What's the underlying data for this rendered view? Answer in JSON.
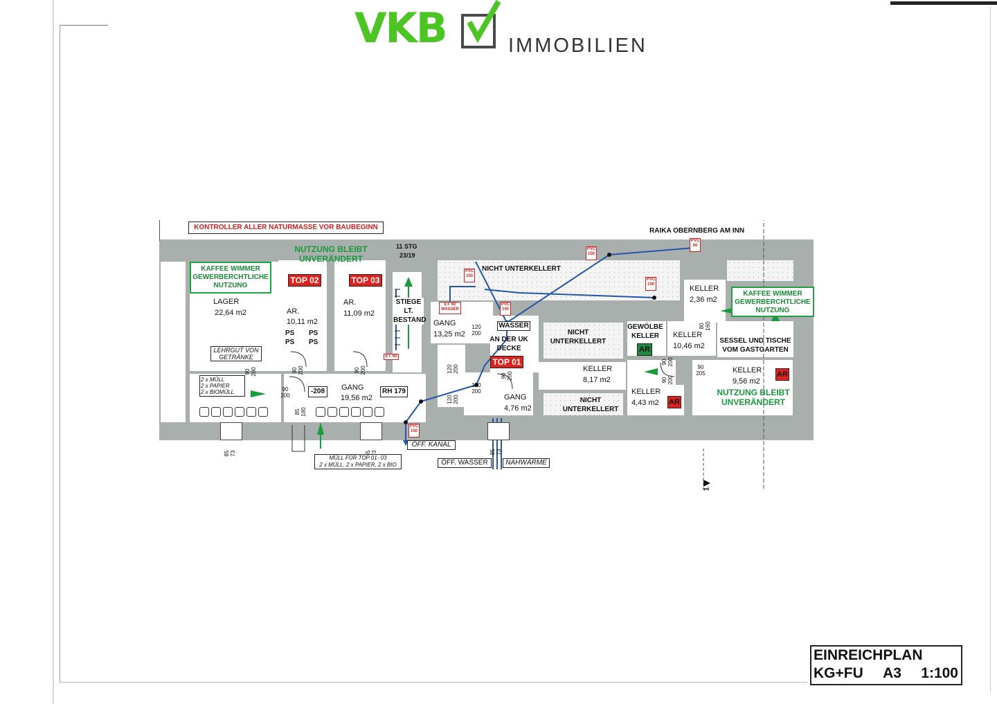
{
  "colors": {
    "accent_green": "#4cc424",
    "wall_gray": "#a9afad",
    "warning_red": "#e0221c",
    "pipe_blue": "#2356a8",
    "label_green": "#1a9a3a"
  },
  "header": {
    "logo_text": "VKB",
    "logo_suffix": "IMMOBILIEN",
    "logo_icon": "check-box-icon"
  },
  "plan": {
    "warning": "KONTROLLER ALLER NATURMASSE VOR BAUBEGINN",
    "neighbor": "RAIKA OBERNBERG AM INN",
    "stair_steps": "11 STG",
    "stair_ratio": "23/19",
    "stair_label": "STIEGE LT. BESTAND",
    "nutzung_left": "NUTZUNG BLEIBT UNVERÄNDERT",
    "nutzung_right": "NUTZUNG BLEIBT UNVERÄNDERT",
    "kaffee_left": "KAFFEE WIMMER GEWERBERCHTLICHE NUTZUNG",
    "kaffee_right": "KAFFEE WIMMER GEWERBERCHTLICHE NUTZUNG",
    "lager_name": "LAGER",
    "lager_area": "22,64 m2",
    "lehrgut": "LEHRGUT VON GETRÄNKE",
    "muell_list": [
      "2 x MÜLL",
      "2 x PAPIER",
      "2 x BIOMÜLL"
    ],
    "top02": "TOP 02",
    "top03": "TOP 03",
    "top01": "TOP 01",
    "ar1_name": "AR.",
    "ar1_area": "10,11 m2",
    "ar2_name": "AR.",
    "ar2_area": "11,09 m2",
    "ps": "PS",
    "gang1_name": "GANG",
    "gang1_area": "19,56 m2",
    "gang2_name": "GANG",
    "gang2_area": "13,25 m2",
    "gang3_name": "GANG",
    "gang3_area": "4,76 m2",
    "level_208": "-208",
    "rh": "RH 179",
    "wasser": "WASSER",
    "an_der_uk": "AN DER UK DECKE",
    "et60": "ET. 60",
    "et60_wasser": "ET. 60 WASSER",
    "nicht_unterkellert_top": "NICHT UNTERKELLERT",
    "nicht_unterkellert_mid": "NICHT UNTERKELLERT",
    "nicht_unterkellert_low": "NICHT UNTERKELLERT",
    "gewoelbe": "GEWÖLBE KELLER",
    "keller_a_name": "KELLER",
    "keller_a_area": "2,36 m2",
    "keller_b_name": "KELLER",
    "keller_b_area": "10,46 m2",
    "keller_c_name": "KELLER",
    "keller_c_area": "8,17 m2",
    "keller_d_name": "KELLER",
    "keller_d_area": "4,43 m2",
    "keller_e_name": "KELLER",
    "keller_e_area": "9,56 m2",
    "ar_tag": "AR",
    "sessel": "SESSEL UND TISCHE VOM GASTGARTEN",
    "muell_top": "MÜLL FÜR TOP 01- 03",
    "muell_top_detail": "2 x MÜLL, 2 x PAPIER, 2 x BIO",
    "oeff_kanal": "ÖFF. KANAL",
    "oeff_wasser": "ÖFF. WASSER",
    "nahwaerme": "NAHWÄRME",
    "pvc150": "PVC 150",
    "pvc100": "PVC 100",
    "pvc50": "PVC 50",
    "pvc_a": "PVC",
    "section_mark": "1",
    "dims": {
      "d90_200": "90 200",
      "d120_200": "120 200",
      "d85_180": "85 180",
      "d85_73": "85 73",
      "d80_160": "80 160",
      "d90_205": "90 205"
    }
  },
  "title_block": {
    "line1": "EINREICHPLAN",
    "line2_a": "KG+FU",
    "line2_b": "A3",
    "line2_c": "1:100"
  }
}
